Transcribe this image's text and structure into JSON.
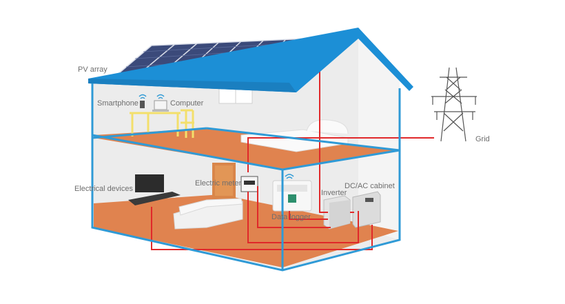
{
  "labels": {
    "pv_array": "PV array",
    "smartphone": "Smartphone",
    "computer": "Computer",
    "grid": "Grid",
    "electrical_devices": "Electrical devices",
    "electric_meter": "Electric meter",
    "inverter": "Inverter",
    "dc_ac_cabinet": "DC/AC cabinet",
    "data_logger": "Data logger"
  },
  "colors": {
    "wall_outline": "#2f9ad6",
    "roof": "#1c8fd6",
    "floor": "#e0834f",
    "wiring": "#e0282a",
    "panel": "#3b4a7a"
  }
}
